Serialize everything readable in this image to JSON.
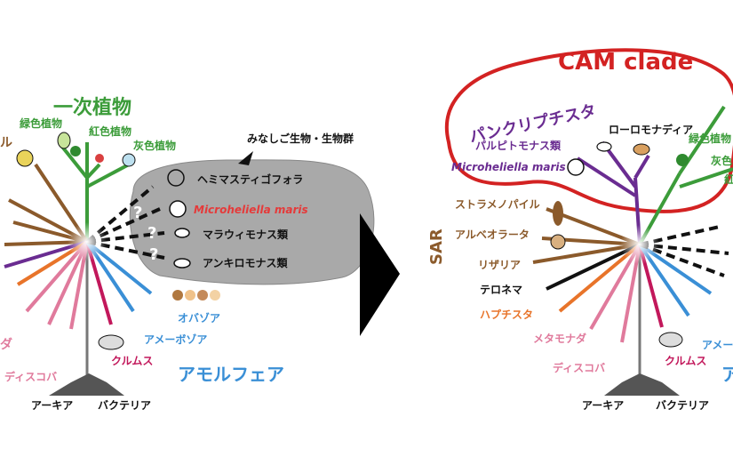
{
  "left_tree": {
    "labels": {
      "primary_plants": "一次植物",
      "green_plants": "緑色植物",
      "red_algae": "紅色植物",
      "glaucophytes": "灰色植物",
      "orphan_group_title": "みなしご生物・生物群",
      "hemimastigophora": "ヘミマスティゴフォラ",
      "microheliella": "Microheliella maris",
      "malawimonads": "マラウィモナス類",
      "ancyromonads": "アンキロモナス類",
      "opisthokonta": "オバゾア",
      "amoebozoa": "アメーボゾア",
      "amorphea": "アモルフェア",
      "crumps": "クルムス",
      "discoba": "ディスコバ",
      "archaea": "アーキア",
      "bacteria": "バクテリア",
      "cut_left_1": "ル",
      "cut_left_2": "ダ",
      "question_mark": "?"
    }
  },
  "right_tree": {
    "labels": {
      "cam_clade": "CAM clade",
      "pancryptista": "パンクリプチスタ",
      "rhodelphis": "ローロモナディア",
      "palpitomonas": "パルピトモナス類",
      "microheliella": "Microheliella maris",
      "green_plants_cut": "緑色植物",
      "glaucophytes_cut": "灰色",
      "red_cut": "紅",
      "sar": "SAR",
      "stramenopiles": "ストラメノパイル",
      "alveolata": "アルベオラータ",
      "rhizaria": "リザリア",
      "telonemia": "テロネマ",
      "haptista": "ハプチスタ",
      "metamonada": "メタモナダ",
      "discoba": "ディスコバ",
      "crumps": "クルムス",
      "amoebozoa_cut": "アメー",
      "amorphea_cut": "ア",
      "archaea": "アーキア",
      "bacteria": "バクテリア"
    }
  },
  "colors": {
    "plants": "#3c9c3a",
    "excavate": "#8b5a2b",
    "purple": "#6a2c91",
    "amorphea": "#3a8fd6",
    "crumps": "#c2185b",
    "discoba": "#e07a9c",
    "haptista": "#e8742a",
    "cam": "#d32222",
    "orphan_red": "#e53a3a",
    "black": "#111111"
  }
}
